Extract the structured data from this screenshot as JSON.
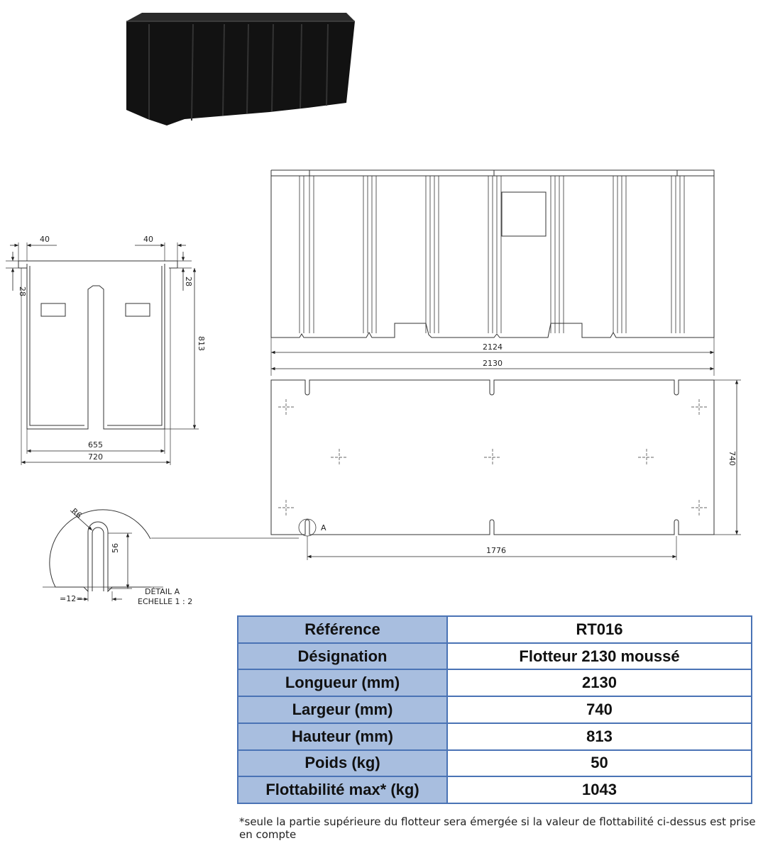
{
  "drawing": {
    "dims": {
      "top_left_40": "40",
      "top_right_40": "40",
      "left_28": "28",
      "right_28": "28",
      "height_813": "813",
      "inner_655": "655",
      "outer_720": "720",
      "length_2124": "2124",
      "length_2130": "2130",
      "width_740": "740",
      "spacing_1776": "1776",
      "detail_marker": "A",
      "radius_r6": "R6",
      "slot_56": "56",
      "slot_12": "=12="
    },
    "detail_caption_line1": "DÉTAIL A",
    "detail_caption_line2": "ECHELLE 1 : 2"
  },
  "specs": [
    {
      "label": "Référence",
      "value": "RT016"
    },
    {
      "label": "Désignation",
      "value": "Flotteur 2130 moussé"
    },
    {
      "label": "Longueur (mm)",
      "value": "2130"
    },
    {
      "label": "Largeur (mm)",
      "value": "740"
    },
    {
      "label": "Hauteur (mm)",
      "value": "813"
    },
    {
      "label": "Poids (kg)",
      "value": "50"
    },
    {
      "label": "Flottabilité max* (kg)",
      "value": "1043"
    }
  ],
  "footnote": "*seule la partie supérieure du flotteur sera émergée si la valeur de flottabilité ci-dessus est prise en compte"
}
